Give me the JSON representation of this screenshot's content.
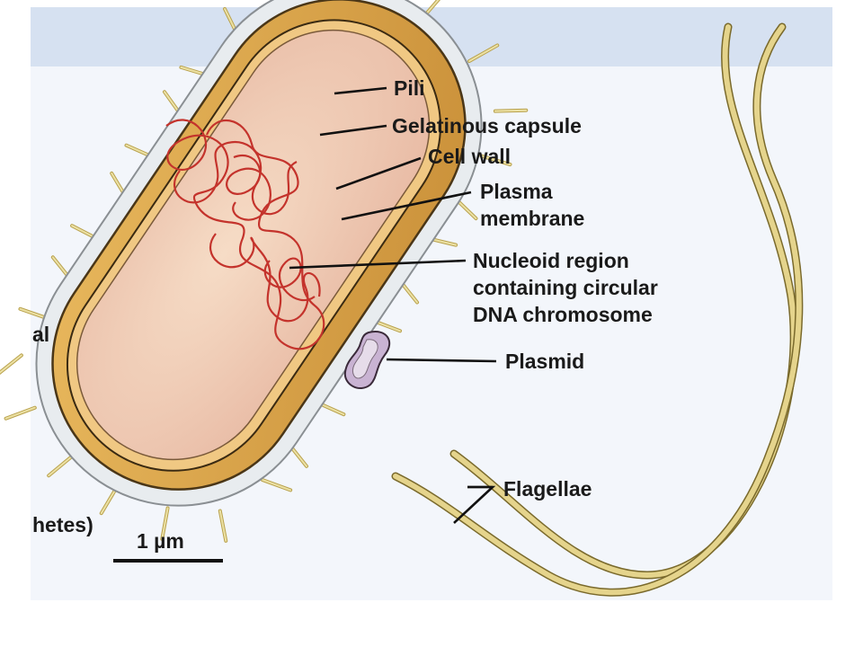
{
  "colors": {
    "page_background": "#ffffff",
    "panel_background": "#f3f6fb",
    "header_band": "#d6e1f1",
    "capsule": "#e8ecef",
    "cell_wall": "#d7a44c",
    "membrane": "#f0c883",
    "cytoplasm": "#f2d3bf",
    "dna": "#c4332c",
    "plasmid": "#c9b3d3",
    "pili": "#e8d88a",
    "flagellum": "#e5d48c",
    "leader_line": "#111111"
  },
  "labels": {
    "pili": "Pili",
    "gelatinous_capsule": "Gelatinous capsule",
    "cell_wall": "Cell wall",
    "plasma_membrane_line1": "Plasma",
    "plasma_membrane_line2": "membrane",
    "nucleoid_line1": "Nucleoid region",
    "nucleoid_line2": "containing circular",
    "nucleoid_line3": "DNA chromosome",
    "plasmid": "Plasmid",
    "flagellae": "Flagellae"
  },
  "scale_bar": {
    "label": "1 µm"
  },
  "cropped_text": {
    "left_fragment_1": "al",
    "left_fragment_2": "hetes)"
  }
}
